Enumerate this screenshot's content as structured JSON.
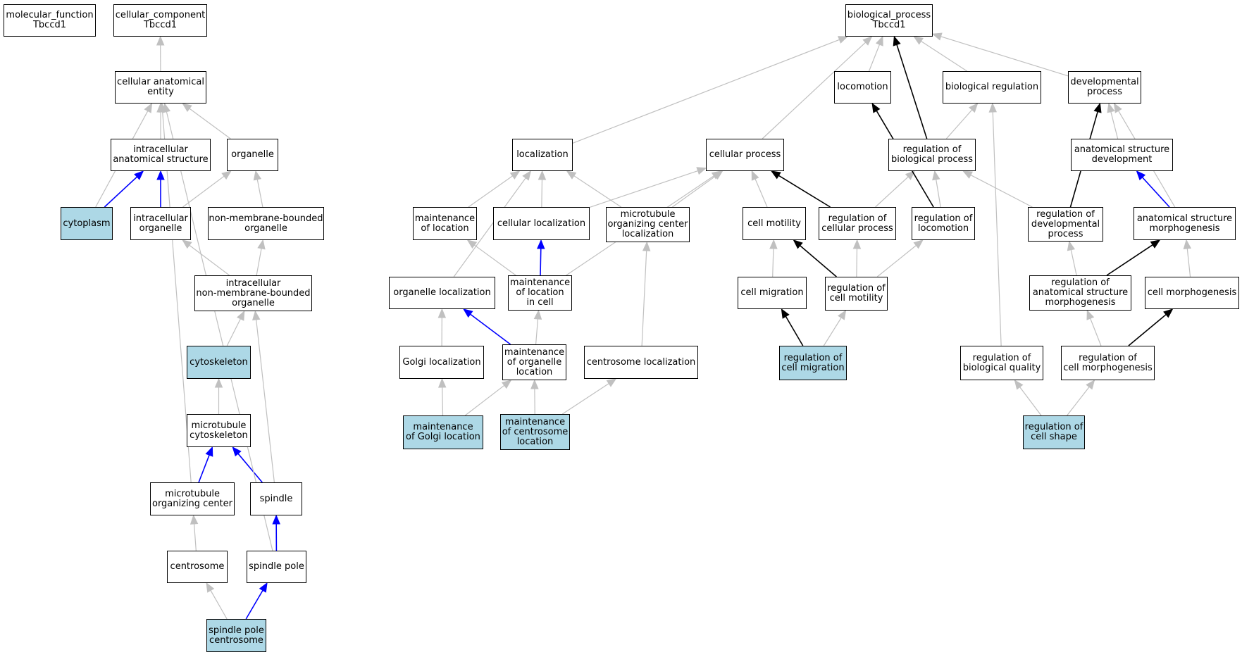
{
  "colors": {
    "highlight_fill": "#add8e6",
    "node_fill": "#ffffff",
    "border": "#000000",
    "edge_black": "#000000",
    "edge_blue": "#0000ff",
    "edge_gray": "#c0c0c0"
  },
  "nodes": {
    "molecular_function": {
      "label": "molecular_function\nTbccd1",
      "highlighted": false
    },
    "cellular_component": {
      "label": "cellular_component\nTbccd1",
      "highlighted": false
    },
    "biological_process": {
      "label": "biological_process\nTbccd1",
      "highlighted": false
    },
    "cellular_anatomical_entity": {
      "label": "cellular anatomical\nentity",
      "highlighted": false
    },
    "intracellular_anatomical_structure": {
      "label": "intracellular\nanatomical structure",
      "highlighted": false
    },
    "organelle": {
      "label": "organelle",
      "highlighted": false
    },
    "cytoplasm": {
      "label": "cytoplasm",
      "highlighted": true
    },
    "intracellular_organelle": {
      "label": "intracellular\norganelle",
      "highlighted": false
    },
    "non_membrane_bounded_organelle": {
      "label": "non-membrane-bounded\norganelle",
      "highlighted": false
    },
    "intracellular_non_membrane_bounded_organelle": {
      "label": "intracellular\nnon-membrane-bounded\norganelle",
      "highlighted": false
    },
    "cytoskeleton": {
      "label": "cytoskeleton",
      "highlighted": true
    },
    "microtubule_cytoskeleton": {
      "label": "microtubule\ncytoskeleton",
      "highlighted": false
    },
    "microtubule_organizing_center": {
      "label": "microtubule\norganizing center",
      "highlighted": false
    },
    "spindle": {
      "label": "spindle",
      "highlighted": false
    },
    "centrosome": {
      "label": "centrosome",
      "highlighted": false
    },
    "spindle_pole": {
      "label": "spindle pole",
      "highlighted": false
    },
    "spindle_pole_centrosome": {
      "label": "spindle pole\ncentrosome",
      "highlighted": true
    },
    "locomotion": {
      "label": "locomotion",
      "highlighted": false
    },
    "biological_regulation": {
      "label": "biological regulation",
      "highlighted": false
    },
    "developmental_process": {
      "label": "developmental\nprocess",
      "highlighted": false
    },
    "localization": {
      "label": "localization",
      "highlighted": false
    },
    "cellular_process": {
      "label": "cellular process",
      "highlighted": false
    },
    "regulation_of_biological_process": {
      "label": "regulation of\nbiological process",
      "highlighted": false
    },
    "anatomical_structure_development": {
      "label": "anatomical structure\ndevelopment",
      "highlighted": false
    },
    "maintenance_of_location": {
      "label": "maintenance\nof location",
      "highlighted": false
    },
    "cellular_localization": {
      "label": "cellular localization",
      "highlighted": false
    },
    "microtubule_organizing_center_localization": {
      "label": "microtubule\norganizing center\nlocalization",
      "highlighted": false
    },
    "cell_motility": {
      "label": "cell motility",
      "highlighted": false
    },
    "regulation_of_cellular_process": {
      "label": "regulation of\ncellular process",
      "highlighted": false
    },
    "regulation_of_locomotion": {
      "label": "regulation of\nlocomotion",
      "highlighted": false
    },
    "regulation_of_developmental_process": {
      "label": "regulation of\ndevelopmental\nprocess",
      "highlighted": false
    },
    "anatomical_structure_morphogenesis": {
      "label": "anatomical structure\nmorphogenesis",
      "highlighted": false
    },
    "organelle_localization": {
      "label": "organelle localization",
      "highlighted": false
    },
    "maintenance_of_location_in_cell": {
      "label": "maintenance\nof location\nin cell",
      "highlighted": false
    },
    "cell_migration": {
      "label": "cell migration",
      "highlighted": false
    },
    "regulation_of_cell_motility": {
      "label": "regulation of\ncell motility",
      "highlighted": false
    },
    "regulation_of_anatomical_structure_morphogenesis": {
      "label": "regulation of\nanatomical structure\nmorphogenesis",
      "highlighted": false
    },
    "cell_morphogenesis": {
      "label": "cell morphogenesis",
      "highlighted": false
    },
    "golgi_localization": {
      "label": "Golgi localization",
      "highlighted": false
    },
    "maintenance_of_organelle_location": {
      "label": "maintenance\nof organelle\nlocation",
      "highlighted": false
    },
    "centrosome_localization": {
      "label": "centrosome localization",
      "highlighted": false
    },
    "regulation_of_cell_migration": {
      "label": "regulation of\ncell migration",
      "highlighted": true
    },
    "regulation_of_biological_quality": {
      "label": "regulation of\nbiological quality",
      "highlighted": false
    },
    "regulation_of_cell_morphogenesis": {
      "label": "regulation of\ncell morphogenesis",
      "highlighted": false
    },
    "maintenance_of_golgi_location": {
      "label": "maintenance\nof Golgi location",
      "highlighted": true
    },
    "maintenance_of_centrosome_location": {
      "label": "maintenance\nof centrosome\nlocation",
      "highlighted": true
    },
    "regulation_of_cell_shape": {
      "label": "regulation of\ncell shape",
      "highlighted": true
    }
  },
  "edges": [
    {
      "from": "cellular_anatomical_entity",
      "to": "cellular_component",
      "color": "gray"
    },
    {
      "from": "intracellular_anatomical_structure",
      "to": "cellular_anatomical_entity",
      "color": "gray"
    },
    {
      "from": "organelle",
      "to": "cellular_anatomical_entity",
      "color": "gray"
    },
    {
      "from": "cytoplasm",
      "to": "cellular_anatomical_entity",
      "color": "gray"
    },
    {
      "from": "cytoplasm",
      "to": "intracellular_anatomical_structure",
      "color": "blue"
    },
    {
      "from": "intracellular_organelle",
      "to": "intracellular_anatomical_structure",
      "color": "blue"
    },
    {
      "from": "intracellular_organelle",
      "to": "organelle",
      "color": "gray"
    },
    {
      "from": "non_membrane_bounded_organelle",
      "to": "organelle",
      "color": "gray"
    },
    {
      "from": "intracellular_non_membrane_bounded_organelle",
      "to": "intracellular_organelle",
      "color": "gray"
    },
    {
      "from": "intracellular_non_membrane_bounded_organelle",
      "to": "non_membrane_bounded_organelle",
      "color": "gray"
    },
    {
      "from": "cytoskeleton",
      "to": "intracellular_non_membrane_bounded_organelle",
      "color": "gray"
    },
    {
      "from": "microtubule_cytoskeleton",
      "to": "cytoskeleton",
      "color": "gray"
    },
    {
      "from": "microtubule_organizing_center",
      "to": "microtubule_cytoskeleton",
      "color": "blue"
    },
    {
      "from": "microtubule_organizing_center",
      "to": "cellular_anatomical_entity",
      "color": "gray"
    },
    {
      "from": "spindle",
      "to": "microtubule_cytoskeleton",
      "color": "blue"
    },
    {
      "from": "spindle",
      "to": "intracellular_non_membrane_bounded_organelle",
      "color": "gray"
    },
    {
      "from": "centrosome",
      "to": "microtubule_organizing_center",
      "color": "gray"
    },
    {
      "from": "spindle_pole",
      "to": "spindle",
      "color": "blue"
    },
    {
      "from": "spindle_pole",
      "to": "cellular_anatomical_entity",
      "color": "gray"
    },
    {
      "from": "spindle_pole_centrosome",
      "to": "centrosome",
      "color": "gray"
    },
    {
      "from": "spindle_pole_centrosome",
      "to": "spindle_pole",
      "color": "blue"
    },
    {
      "from": "locomotion",
      "to": "biological_process",
      "color": "gray"
    },
    {
      "from": "biological_regulation",
      "to": "biological_process",
      "color": "gray"
    },
    {
      "from": "developmental_process",
      "to": "biological_process",
      "color": "gray"
    },
    {
      "from": "localization",
      "to": "biological_process",
      "color": "gray"
    },
    {
      "from": "cellular_process",
      "to": "biological_process",
      "color": "gray"
    },
    {
      "from": "regulation_of_biological_process",
      "to": "biological_process",
      "color": "black"
    },
    {
      "from": "regulation_of_biological_process",
      "to": "biological_regulation",
      "color": "gray"
    },
    {
      "from": "anatomical_structure_development",
      "to": "developmental_process",
      "color": "gray"
    },
    {
      "from": "maintenance_of_location",
      "to": "localization",
      "color": "gray"
    },
    {
      "from": "cellular_localization",
      "to": "localization",
      "color": "gray"
    },
    {
      "from": "cellular_localization",
      "to": "cellular_process",
      "color": "gray"
    },
    {
      "from": "microtubule_organizing_center_localization",
      "to": "localization",
      "color": "gray"
    },
    {
      "from": "microtubule_organizing_center_localization",
      "to": "cellular_process",
      "color": "gray"
    },
    {
      "from": "cell_motility",
      "to": "cellular_process",
      "color": "gray"
    },
    {
      "from": "regulation_of_cellular_process",
      "to": "cellular_process",
      "color": "black"
    },
    {
      "from": "regulation_of_cellular_process",
      "to": "regulation_of_biological_process",
      "color": "gray"
    },
    {
      "from": "regulation_of_locomotion",
      "to": "locomotion",
      "color": "black"
    },
    {
      "from": "regulation_of_locomotion",
      "to": "regulation_of_biological_process",
      "color": "gray"
    },
    {
      "from": "regulation_of_developmental_process",
      "to": "developmental_process",
      "color": "black"
    },
    {
      "from": "regulation_of_developmental_process",
      "to": "regulation_of_biological_process",
      "color": "gray"
    },
    {
      "from": "anatomical_structure_morphogenesis",
      "to": "anatomical_structure_development",
      "color": "blue"
    },
    {
      "from": "anatomical_structure_morphogenesis",
      "to": "developmental_process",
      "color": "gray"
    },
    {
      "from": "organelle_localization",
      "to": "localization",
      "color": "gray"
    },
    {
      "from": "maintenance_of_location_in_cell",
      "to": "maintenance_of_location",
      "color": "gray"
    },
    {
      "from": "maintenance_of_location_in_cell",
      "to": "cellular_localization",
      "color": "blue"
    },
    {
      "from": "maintenance_of_location_in_cell",
      "to": "cellular_process",
      "color": "gray"
    },
    {
      "from": "cell_migration",
      "to": "cell_motility",
      "color": "gray"
    },
    {
      "from": "regulation_of_cell_motility",
      "to": "cell_motility",
      "color": "black"
    },
    {
      "from": "regulation_of_cell_motility",
      "to": "regulation_of_cellular_process",
      "color": "gray"
    },
    {
      "from": "regulation_of_cell_motility",
      "to": "regulation_of_locomotion",
      "color": "gray"
    },
    {
      "from": "regulation_of_anatomical_structure_morphogenesis",
      "to": "anatomical_structure_morphogenesis",
      "color": "black"
    },
    {
      "from": "regulation_of_anatomical_structure_morphogenesis",
      "to": "regulation_of_developmental_process",
      "color": "gray"
    },
    {
      "from": "cell_morphogenesis",
      "to": "anatomical_structure_morphogenesis",
      "color": "gray"
    },
    {
      "from": "golgi_localization",
      "to": "organelle_localization",
      "color": "gray"
    },
    {
      "from": "maintenance_of_organelle_location",
      "to": "organelle_localization",
      "color": "blue"
    },
    {
      "from": "maintenance_of_organelle_location",
      "to": "maintenance_of_location_in_cell",
      "color": "gray"
    },
    {
      "from": "centrosome_localization",
      "to": "microtubule_organizing_center_localization",
      "color": "gray"
    },
    {
      "from": "regulation_of_cell_migration",
      "to": "cell_migration",
      "color": "black"
    },
    {
      "from": "regulation_of_cell_migration",
      "to": "regulation_of_cell_motility",
      "color": "gray"
    },
    {
      "from": "regulation_of_biological_quality",
      "to": "biological_regulation",
      "color": "gray"
    },
    {
      "from": "regulation_of_cell_morphogenesis",
      "to": "regulation_of_anatomical_structure_morphogenesis",
      "color": "gray"
    },
    {
      "from": "regulation_of_cell_morphogenesis",
      "to": "cell_morphogenesis",
      "color": "black"
    },
    {
      "from": "maintenance_of_golgi_location",
      "to": "golgi_localization",
      "color": "gray"
    },
    {
      "from": "maintenance_of_golgi_location",
      "to": "maintenance_of_organelle_location",
      "color": "gray"
    },
    {
      "from": "maintenance_of_centrosome_location",
      "to": "maintenance_of_organelle_location",
      "color": "gray"
    },
    {
      "from": "maintenance_of_centrosome_location",
      "to": "centrosome_localization",
      "color": "gray"
    },
    {
      "from": "regulation_of_cell_shape",
      "to": "regulation_of_biological_quality",
      "color": "gray"
    },
    {
      "from": "regulation_of_cell_shape",
      "to": "regulation_of_cell_morphogenesis",
      "color": "gray"
    }
  ]
}
